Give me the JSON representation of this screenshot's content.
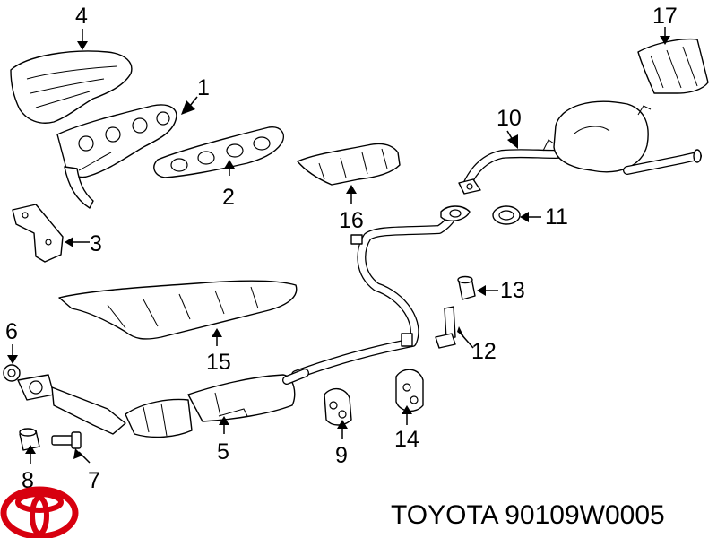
{
  "callouts": {
    "c1": "1",
    "c2": "2",
    "c3": "3",
    "c4": "4",
    "c5": "5",
    "c6": "6",
    "c7": "7",
    "c8": "8",
    "c9": "9",
    "c10": "10",
    "c11": "11",
    "c12": "12",
    "c13": "13",
    "c14": "14",
    "c15": "15",
    "c16": "16",
    "c17": "17"
  },
  "brand": {
    "caption": "TOYOTA 90109W0005",
    "logo_color": "#d7000f"
  }
}
